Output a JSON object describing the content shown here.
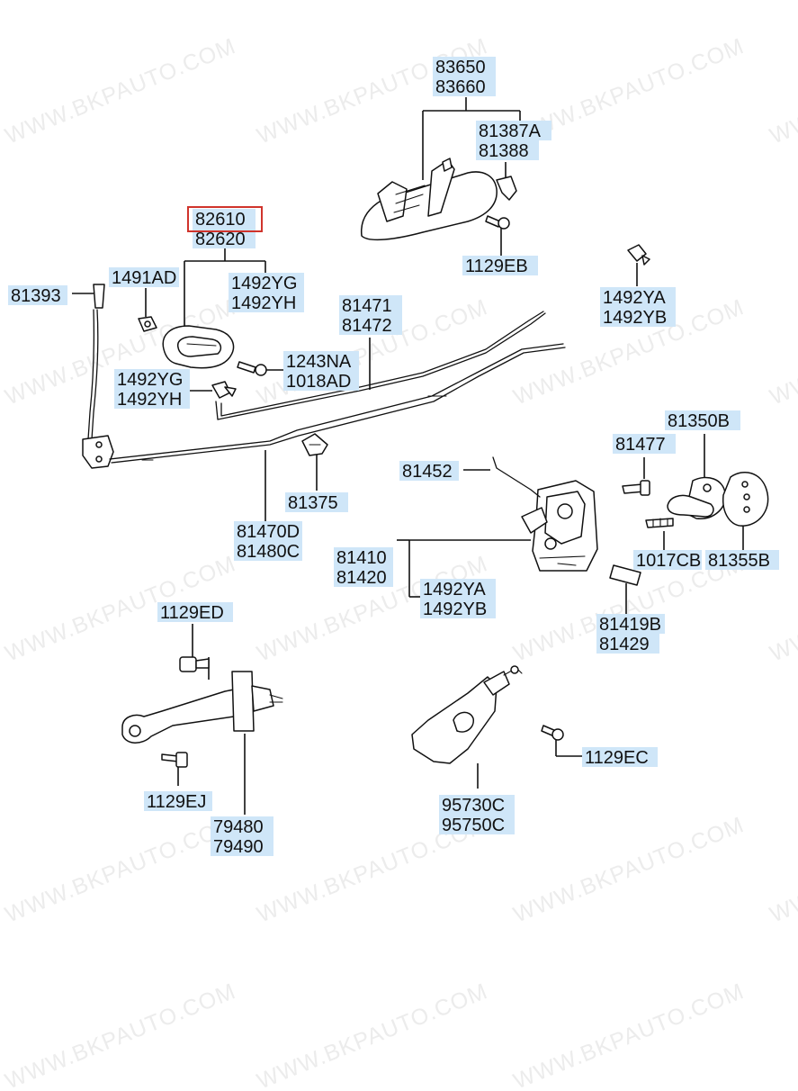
{
  "watermark": "WWW.BKPAUTO.COM",
  "highlighted_part": "82610",
  "colors": {
    "label_bg": "#cfe6f8",
    "highlight": "#d0342c",
    "watermark": "#ececec"
  },
  "callouts": {
    "p83650": "83650",
    "p83660": "83660",
    "p81387A": "81387A",
    "p81388": "81388",
    "p1129EB": "1129EB",
    "p82610": "82610",
    "p82620": "82620",
    "p1491AD": "1491AD",
    "p1492YG_a": "1492YG",
    "p1492YH_a": "1492YH",
    "p81393": "81393",
    "p1492YA_a": "1492YA",
    "p1492YB_a": "1492YB",
    "p81471": "81471",
    "p81472": "81472",
    "p1243NA": "1243NA",
    "p1018AD": "1018AD",
    "p1492YG_b": "1492YG",
    "p1492YH_b": "1492YH",
    "p81350B": "81350B",
    "p81477": "81477",
    "p81452": "81452",
    "p81375": "81375",
    "p81470D": "81470D",
    "p81480C": "81480C",
    "p81410": "81410",
    "p81420": "81420",
    "p1017CB": "1017CB",
    "p81355B": "81355B",
    "p1492YA_b": "1492YA",
    "p1492YB_b": "1492YB",
    "p81419B": "81419B",
    "p81429": "81429",
    "p1129ED": "1129ED",
    "p1129EC": "1129EC",
    "p1129EJ": "1129EJ",
    "p95730C": "95730C",
    "p95750C": "95750C",
    "p79480": "79480",
    "p79490": "79490"
  }
}
